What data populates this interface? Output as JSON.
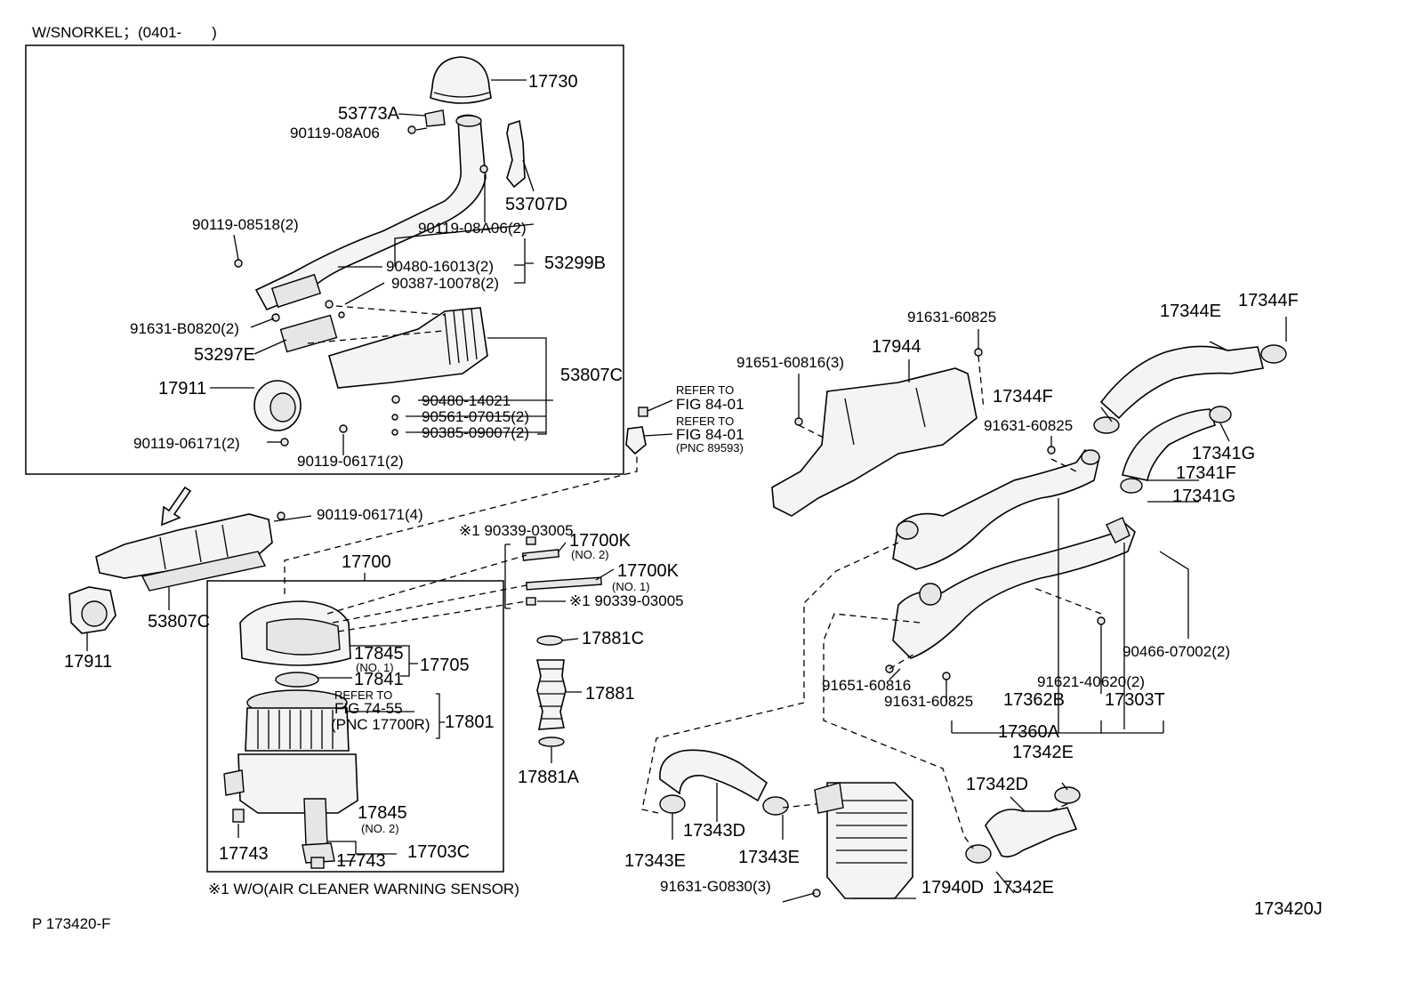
{
  "header": "W/SNORKEL；(0401-　　)",
  "footer_left": "P 173420-F",
  "footer_right": "173420J",
  "note": "※1 W/O(AIR CLEANER WARNING SENSOR)",
  "labels": {
    "p17730": "17730",
    "p53773A": "53773A",
    "p90119_08A06_a": "90119-08A06",
    "p53707D": "53707D",
    "p90119_08A06_b": "90119-08A06(2)",
    "p90119_08518": "90119-08518(2)",
    "p90480_16013": "90480-16013(2)",
    "p53299B": "53299B",
    "p90387_10078": "90387-10078(2)",
    "p91631_B0820": "91631-B0820(2)",
    "p53297E": "53297E",
    "p53807C_a": "53807C",
    "p17911_a": "17911",
    "p90480_14021": "90480-14021",
    "p90561_07015": "90561-07015(2)",
    "p90385_09007": "90385-09007(2)",
    "p90119_06171_a": "90119-06171(2)",
    "p90119_06171_b": "90119-06171(2)",
    "refer1_a": "REFER TO",
    "refer1_b": "FIG 84-01",
    "refer2_a": "REFER TO",
    "refer2_b": "FIG 84-01",
    "refer2_c": "(PNC 89593)",
    "p90119_06171_c": "90119-06171(4)",
    "p53807C_b": "53807C",
    "p17911_b": "17911",
    "p90339_a": "※1 90339-03005",
    "p17700K_2": "17700K",
    "no2_a": "(NO. 2)",
    "p17700K_1": "17700K",
    "no1_a": "(NO. 1)",
    "p90339_b": "※1 90339-03005",
    "p17700": "17700",
    "p17845_a": "17845",
    "no1_b": "(NO. 1)",
    "p17705": "17705",
    "p17841": "17841",
    "refer3_a": "REFER TO",
    "refer3_b": "FIG 74-55",
    "refer3_c": "(PNC 17700R)",
    "p17801": "17801",
    "p17845_b": "17845",
    "no2_b": "(NO. 2)",
    "p17743_a": "17743",
    "p17743_b": "17743",
    "p17703C": "17703C",
    "p17881C": "17881C",
    "p17881": "17881",
    "p17881A": "17881A",
    "p91651_60816_a": "91651-60816(3)",
    "p17944": "17944",
    "p91631_60825_a": "91631-60825",
    "p17344E": "17344E",
    "p17344F_a": "17344F",
    "p17344F_b": "17344F",
    "p91631_60825_b": "91631-60825",
    "p17341G_a": "17341G",
    "p17341F": "17341F",
    "p17341G_b": "17341G",
    "p90466": "90466-07002(2)",
    "p91651_60816_b": "91651-60816",
    "p91621": "91621-40620(2)",
    "p91631_60825_c": "91631-60825",
    "p17362B": "17362B",
    "p17303T": "17303T",
    "p17360A": "17360A",
    "p17342E_a": "17342E",
    "p17342D": "17342D",
    "p17343D": "17343D",
    "p17343E_a": "17343E",
    "p17343E_b": "17343E",
    "p91631_G0830": "91631-G0830(3)",
    "p17940D": "17940D",
    "p17342E_b": "17342E"
  }
}
